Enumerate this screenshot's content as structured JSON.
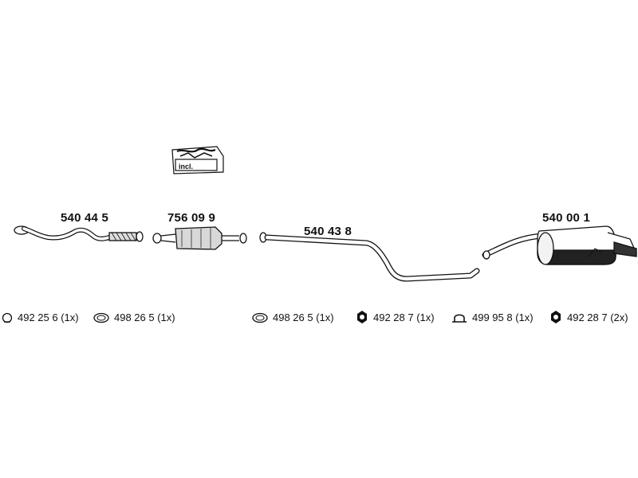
{
  "parts": [
    {
      "number": "540 44 5"
    },
    {
      "number": "756 09 9"
    },
    {
      "number": "540 43 8"
    },
    {
      "number": "540 00 1"
    }
  ],
  "kit_label": "incl.",
  "accessories": [
    {
      "code": "492 25 6 (1x)",
      "icon": "clamp-ring-icon"
    },
    {
      "code": "498 26 5 (1x)",
      "icon": "gasket-ring-icon"
    },
    {
      "code": "498 26 5 (1x)",
      "icon": "gasket-ring-icon"
    },
    {
      "code": "492 28 7 (1x)",
      "icon": "rubber-mount-icon"
    },
    {
      "code": "499 95 8 (1x)",
      "icon": "u-clamp-icon"
    },
    {
      "code": "492 28 7 (2x)",
      "icon": "rubber-mount-icon"
    }
  ]
}
